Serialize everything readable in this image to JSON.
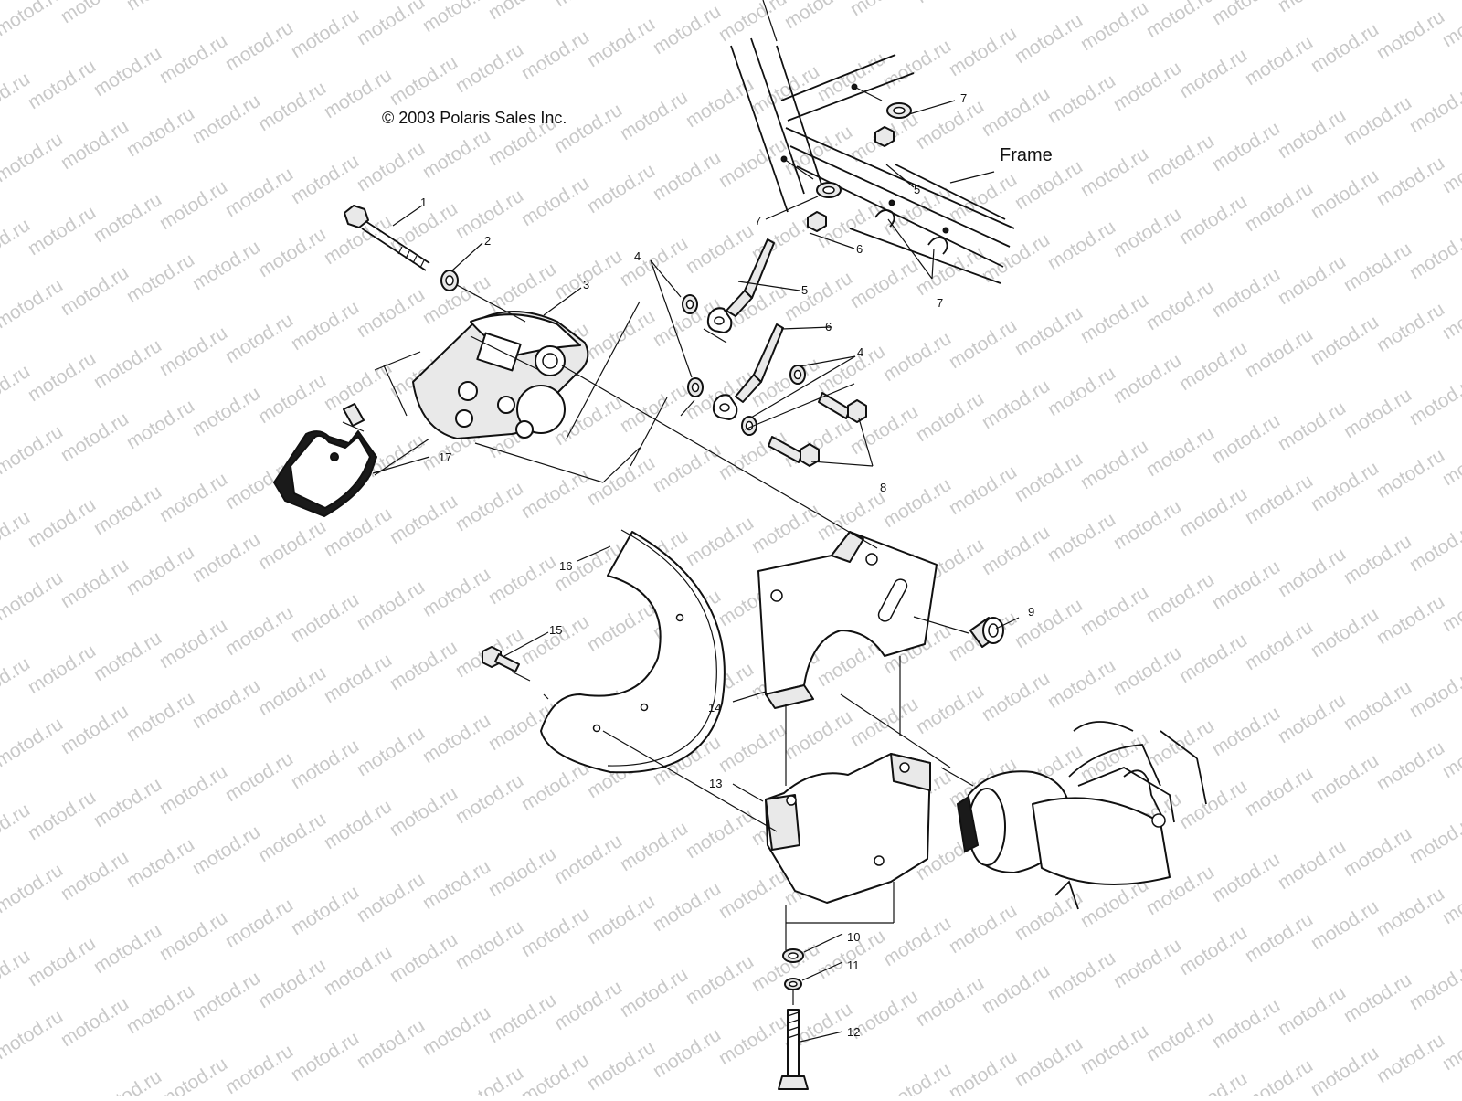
{
  "copyright": "© 2003 Polaris Sales Inc.",
  "frame_label": "Frame",
  "watermark_text": "motod.ru",
  "callouts": {
    "c1": "1",
    "c2": "2",
    "c3": "3",
    "c4a": "4",
    "c4b": "4",
    "c5a": "5",
    "c5b": "5",
    "c6a": "6",
    "c6b": "6",
    "c7a": "7",
    "c7b": "7",
    "c7c": "7",
    "c8": "8",
    "c9": "9",
    "c10": "10",
    "c11": "11",
    "c12": "12",
    "c13": "13",
    "c14": "14",
    "c15": "15",
    "c16": "16",
    "c17": "17"
  }
}
